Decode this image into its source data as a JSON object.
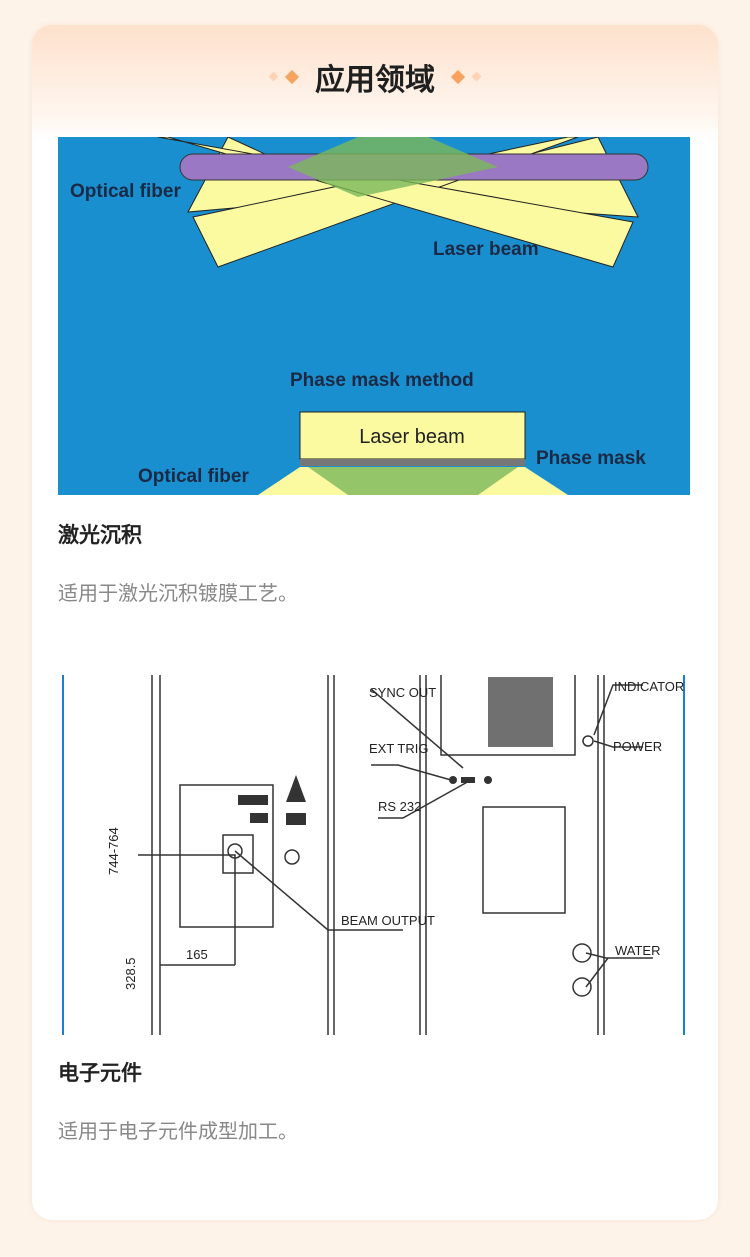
{
  "section": {
    "title": "应用领域"
  },
  "items": [
    {
      "heading": "激光沉积",
      "desc": "适用于激光沉积镀膜工艺。",
      "image_labels": {
        "fiber1": "Optical fiber",
        "beam1": "Laser beam",
        "method": "Phase mask method",
        "beam2": "Laser beam",
        "mask": "Phase mask",
        "fiber2": "Optical fiber"
      }
    },
    {
      "heading": "电子元件",
      "desc": "适用于电子元件成型加工。",
      "image_labels": {
        "sync": "SYNC OUT",
        "ext": "EXT TRIG",
        "rs": "RS 232",
        "beam": "BEAM OUTPUT",
        "indicator": "INDICATOR",
        "power": "POWER",
        "water": "WATER",
        "dim1": "744-764",
        "dim2": "328.5",
        "dim3": "165"
      }
    }
  ],
  "colors": {
    "accent": "#f7a360",
    "diagram_bg": "#1a8fd0"
  }
}
